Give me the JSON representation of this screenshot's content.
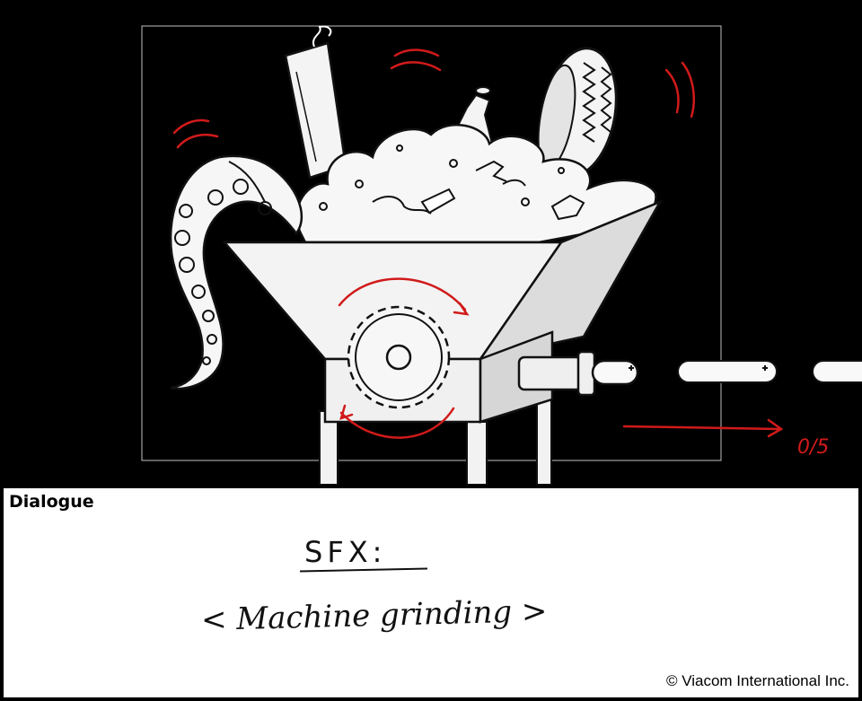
{
  "panel": {
    "note": "0/5"
  },
  "dialogue": {
    "header": "Dialogue",
    "sfx_label": "SFX:",
    "sfx_text": "< Machine grinding >",
    "copyright": "© Viacom International Inc."
  },
  "colors": {
    "background": "#000000",
    "ink": "#ffffff",
    "annotation_red": "#d11a1a",
    "dialogue_bg": "#ffffff"
  }
}
